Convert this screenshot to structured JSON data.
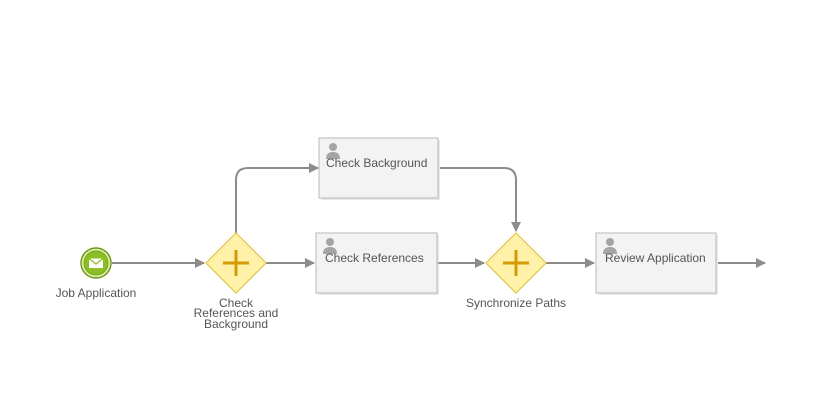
{
  "diagram": {
    "start_event": {
      "label": "Job Application",
      "icon": "envelope-icon"
    },
    "split_gateway": {
      "label_lines": [
        "Check",
        "References and",
        "Background"
      ],
      "icon": "plus-icon"
    },
    "task_background": {
      "label": "Check Background",
      "icon": "user-icon"
    },
    "task_references": {
      "label": "Check References",
      "icon": "user-icon"
    },
    "join_gateway": {
      "label": "Synchronize Paths",
      "icon": "plus-icon"
    },
    "task_review": {
      "label": "Review Application",
      "icon": "user-icon"
    }
  },
  "colors": {
    "start_event_fill": "#8cbf26",
    "gateway_fill": "#fff2a8",
    "gateway_plus": "#d49a00",
    "task_fill": "#f3f3f3",
    "flow": "#8c8c8c"
  }
}
